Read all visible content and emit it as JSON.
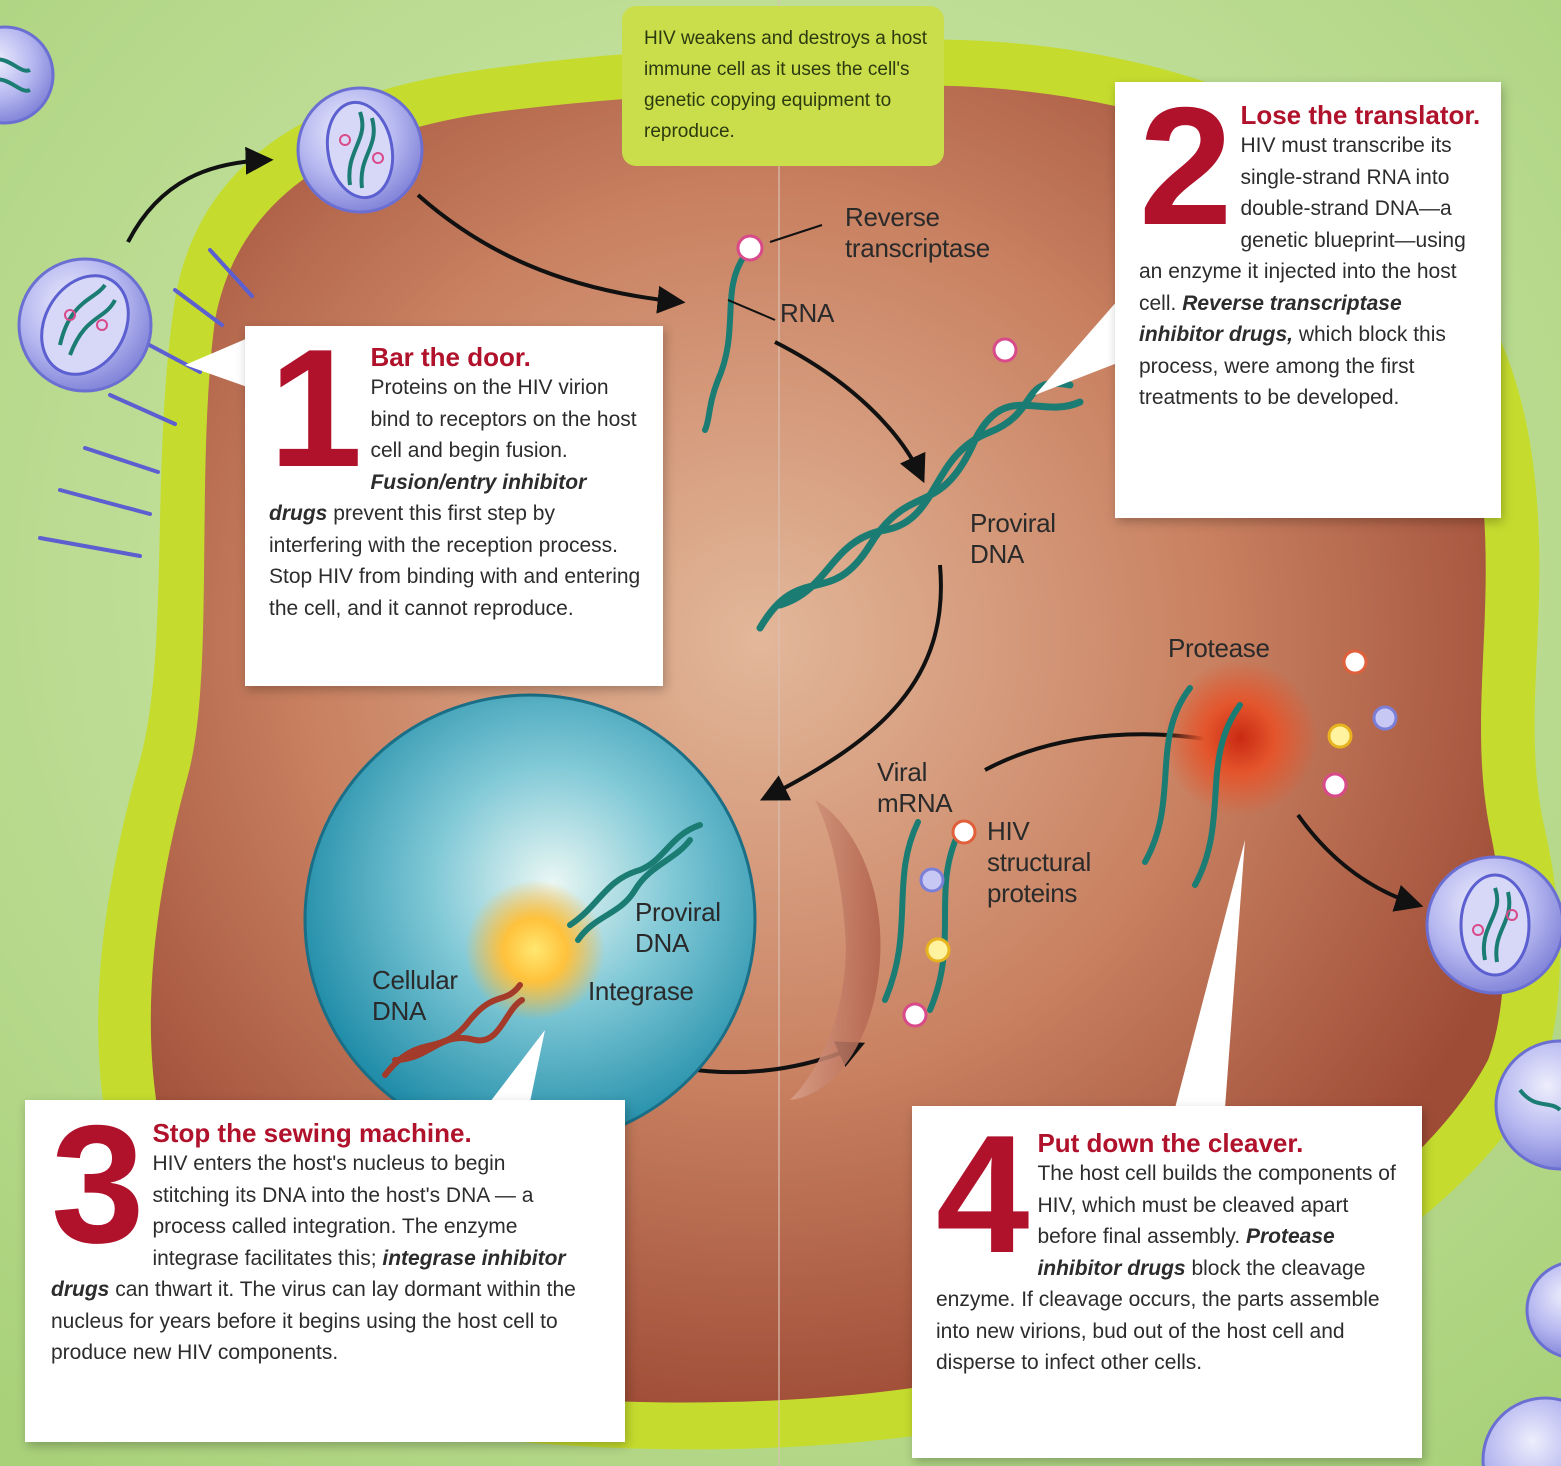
{
  "intro_text": "HIV weakens and destroys a host immune cell as it uses the cell's genetic copying equipment to reproduce.",
  "labels": {
    "reverse_transcriptase": "Reverse transcriptase",
    "rna": "RNA",
    "proviral_dna": "Proviral DNA",
    "proviral_dna_nucleus": "Proviral DNA",
    "cellular_dna": "Cellular DNA",
    "integrase": "Integrase",
    "viral_mrna": "Viral mRNA",
    "hiv_structural_proteins": "HIV structural proteins",
    "protease": "Protease"
  },
  "steps": [
    {
      "number": "1",
      "title": "Bar the door.",
      "text_before": "Proteins on the HIV virion bind to receptors on the host cell and begin fusion.",
      "drug": "Fusion/entry inhibitor drugs",
      "text_after": "prevent this first step by interfering with the reception process. Stop HIV from binding with and entering the cell, and it cannot reproduce."
    },
    {
      "number": "2",
      "title": "Lose the translator.",
      "text_before": "HIV must transcribe its single-strand RNA into double-strand DNA—a genetic blueprint—using an enzyme it injected into the host cell.",
      "drug": "Reverse transcriptase inhibitor drugs,",
      "text_after": "which block this process, were among the first treatments to be developed."
    },
    {
      "number": "3",
      "title": "Stop the sewing machine.",
      "text_before": "HIV enters the host's nucleus to begin stitching its DNA into the host's DNA — a process called integration. The enzyme integrase facilitates this;",
      "drug": "integrase inhibitor drugs",
      "text_after": "can thwart it. The virus can lay dormant within the nucleus for years before it begins using the host cell to produce new HIV components."
    },
    {
      "number": "4",
      "title": "Put down the cleaver.",
      "text_before": "The host cell builds the components of HIV, which must be cleaved apart before final assembly.",
      "drug": "Protease inhibitor drugs",
      "text_after": "block the cleavage enzyme. If cleavage occurs, the parts assemble into new virions, bud out of the host cell and disperse to infect other cells."
    }
  ],
  "colors": {
    "background": "#b8d98a",
    "membrane": "#c5dc2e",
    "cytoplasm": "#b9684e",
    "nucleus": "#2a9cb2",
    "accent_red": "#b0122b",
    "virion": "#9ea0ea",
    "strand_teal": "#1a7c72",
    "strand_red": "#a33a2a"
  }
}
